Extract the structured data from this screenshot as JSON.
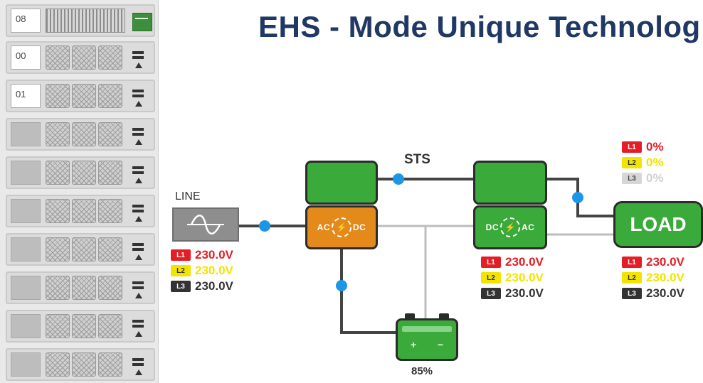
{
  "title": "EHS - Mode Unique Technolog",
  "rack": {
    "slots": [
      {
        "label": "08",
        "kind": "grille"
      },
      {
        "label": "00",
        "kind": "fans"
      },
      {
        "label": "01",
        "kind": "fans"
      },
      {
        "label": "",
        "kind": "fans"
      },
      {
        "label": "",
        "kind": "fans"
      },
      {
        "label": "",
        "kind": "fans"
      },
      {
        "label": "",
        "kind": "fans"
      },
      {
        "label": "",
        "kind": "fans"
      },
      {
        "label": "",
        "kind": "fans"
      },
      {
        "label": "",
        "kind": "fans"
      }
    ]
  },
  "diagram": {
    "line_label": "LINE",
    "sts_label": "STS",
    "load_label": "LOAD",
    "rectifier": {
      "left": "AC",
      "right": "DC"
    },
    "inverter": {
      "left": "DC",
      "right": "AC"
    },
    "battery_percent": "85%",
    "input_phases": [
      {
        "tag": "L1",
        "value": "230.0V"
      },
      {
        "tag": "L2",
        "value": "230.0V"
      },
      {
        "tag": "L3",
        "value": "230.0V"
      }
    ],
    "inverter_phases": [
      {
        "tag": "L1",
        "value": "230.0V"
      },
      {
        "tag": "L2",
        "value": "230.0V"
      },
      {
        "tag": "L3",
        "value": "230.0V"
      }
    ],
    "load_phases": [
      {
        "tag": "L1",
        "value": "230.0V"
      },
      {
        "tag": "L2",
        "value": "230.0V"
      },
      {
        "tag": "L3",
        "value": "230.0V"
      }
    ],
    "load_percent": [
      {
        "tag": "L1",
        "value": "0%"
      },
      {
        "tag": "L2",
        "value": "0%"
      },
      {
        "tag": "L3",
        "value": "0%"
      }
    ]
  },
  "colors": {
    "title": "#1f3864",
    "green": "#3aaa3a",
    "orange": "#e38a1b",
    "junction": "#1e96e6",
    "l1": "#e41e26",
    "l2": "#f2e400",
    "l3": "#333333"
  }
}
